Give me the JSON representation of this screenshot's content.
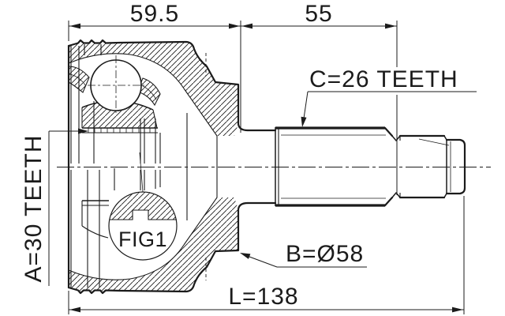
{
  "colors": {
    "ink": "#1b1b1b",
    "paper": "#ffffff"
  },
  "dimensions": {
    "top_left_width": "59.5",
    "top_right_width": "55",
    "overall_length": "L=138",
    "outer_diameter": "B=Ø58",
    "outer_spline_teeth": "C=26 TEETH",
    "inner_spline_teeth": "A=30 TEETH"
  },
  "detail_callout": {
    "label": "FIG1"
  }
}
